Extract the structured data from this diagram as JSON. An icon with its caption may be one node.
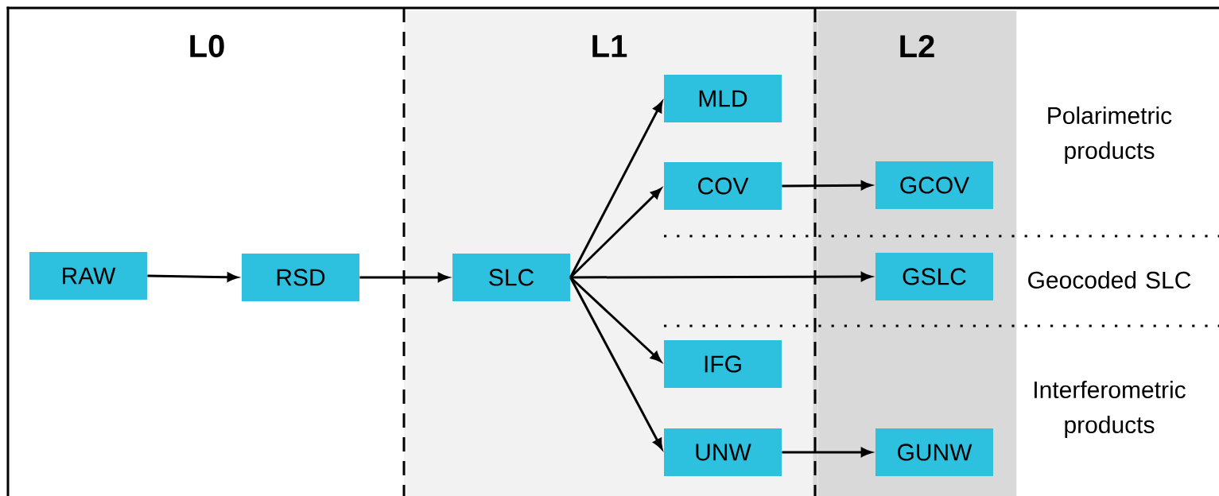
{
  "diagram": {
    "nodes": [
      {
        "text": [
          "L1"
        ]
      },
      {
        "text": [
          "L2"
        ]
      },
      {
        "text": [
          "RAW"
        ]
      },
      {
        "text": [
          "RSD"
        ]
      },
      {
        "text": [
          "SLC"
        ],
        "in": 0
      },
      {
        "text": [
          "MLD"
        ],
        "in": 0
      },
      {
        "text": [
          "COV"
        ],
        "in": 0
      },
      {
        "text": [
          "IFG"
        ],
        "in": 0
      },
      {
        "text": [
          "UNW"
        ],
        "in": 0
      },
      {
        "text": [
          "GCOV"
        ],
        "in": 1
      },
      {
        "text": [
          "GSLC"
        ],
        "in": 1
      },
      {
        "text": [
          "GUNW"
        ],
        "in": 1
      }
    ],
    "edges": [
      {
        "from": 2,
        "to": 3,
        "arrow": "to"
      },
      {
        "from": 3,
        "to": 4,
        "arrow": "to"
      },
      {
        "from": 4,
        "to": 5,
        "arrow": "to"
      },
      {
        "from": 4,
        "to": 6,
        "arrow": "to"
      },
      {
        "from": 4,
        "to": 10,
        "arrow": "to"
      },
      {
        "from": 4,
        "to": 7,
        "arrow": "to"
      },
      {
        "from": 4,
        "to": 8,
        "arrow": "to"
      },
      {
        "from": 6,
        "to": 9,
        "arrow": "to"
      },
      {
        "from": 8,
        "to": 11,
        "arrow": "to"
      }
    ],
    "labels": [
      "L0",
      "Polarimetric products",
      "Geocoded SLC",
      "Interferometric products"
    ]
  }
}
